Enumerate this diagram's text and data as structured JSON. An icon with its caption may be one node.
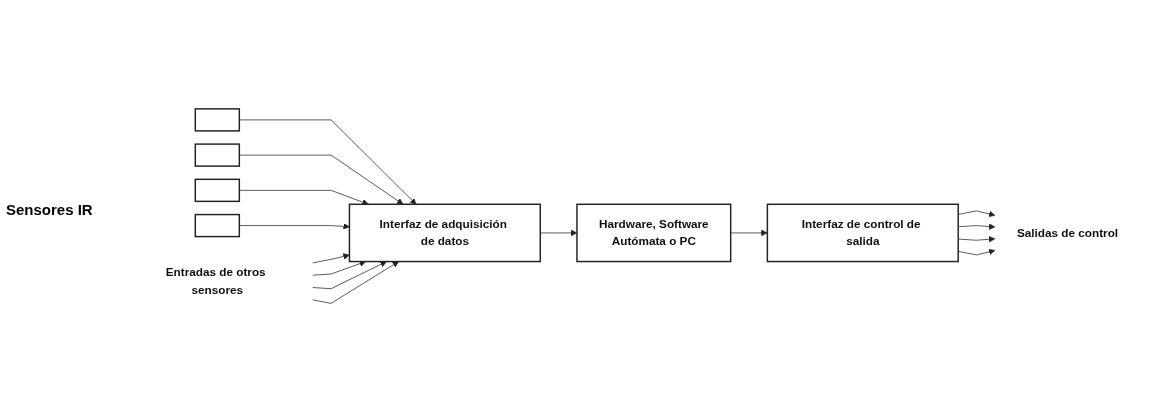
{
  "diagram": {
    "nodes": [
      {
        "text": [],
        "shape": "box"
      },
      {
        "text": [],
        "shape": "box"
      },
      {
        "text": [],
        "shape": "box"
      },
      {
        "text": [],
        "shape": "box"
      },
      {
        "text": [
          "Interfaz de adquisición de datos"
        ]
      },
      {
        "text": [
          "Entradas de otros sensores"
        ]
      },
      {
        "text": [
          "Hardware, Software",
          "Autómata o PC"
        ]
      },
      {
        "text": [
          "Interfaz de control de salida"
        ]
      },
      {
        "text": [
          "Salidas de control"
        ]
      }
    ],
    "edges": [
      {
        "from": 0,
        "to": 4,
        "arrow": "to"
      },
      {
        "from": 1,
        "to": 4,
        "arrow": "to"
      },
      {
        "from": 2,
        "to": 4,
        "arrow": "to"
      },
      {
        "from": 3,
        "to": 4,
        "arrow": "to"
      },
      {
        "from": 5,
        "to": 4,
        "arrow": "to"
      },
      {
        "from": 5,
        "to": 4,
        "arrow": "to"
      },
      {
        "from": 5,
        "to": 4,
        "arrow": "to"
      },
      {
        "from": 5,
        "to": 4,
        "arrow": "to"
      },
      {
        "from": 4,
        "to": 6,
        "arrow": "to"
      },
      {
        "from": 6,
        "to": 7,
        "arrow": "to"
      },
      {
        "from": 7,
        "to": 8,
        "arrow": "to"
      },
      {
        "from": 7,
        "to": 8,
        "arrow": "to"
      },
      {
        "from": 7,
        "to": 8,
        "arrow": "to"
      },
      {
        "from": 7,
        "to": 8,
        "arrow": "to"
      }
    ],
    "labels": [
      "Sensores IR"
    ]
  }
}
